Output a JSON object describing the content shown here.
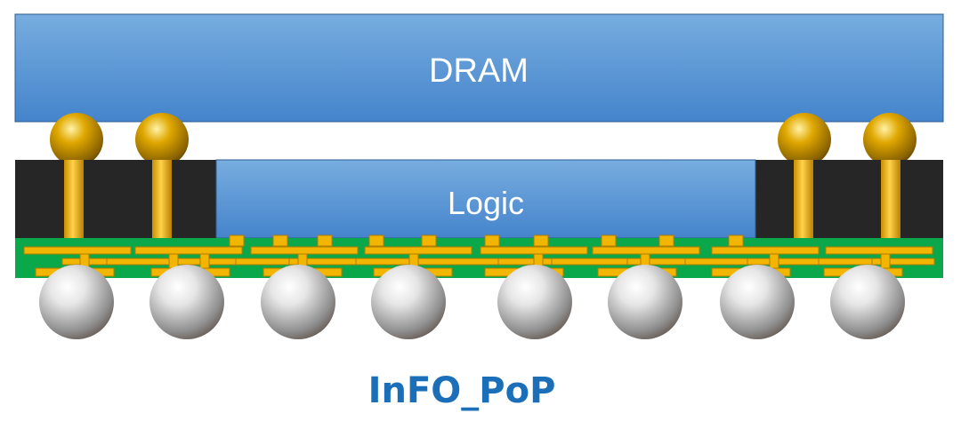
{
  "labels": {
    "top_die": "DRAM",
    "bottom_die": "Logic",
    "caption": "InFO_PoP"
  },
  "colors": {
    "die_light": "#6fa6df",
    "die_dark": "#3f7cc6",
    "die_border": "#2e5c8f",
    "molding": "#262626",
    "rdl": "#0aa84a",
    "copper": "#f2b500",
    "copper_edge": "#b07d00",
    "caption": "#1a6fb8"
  }
}
